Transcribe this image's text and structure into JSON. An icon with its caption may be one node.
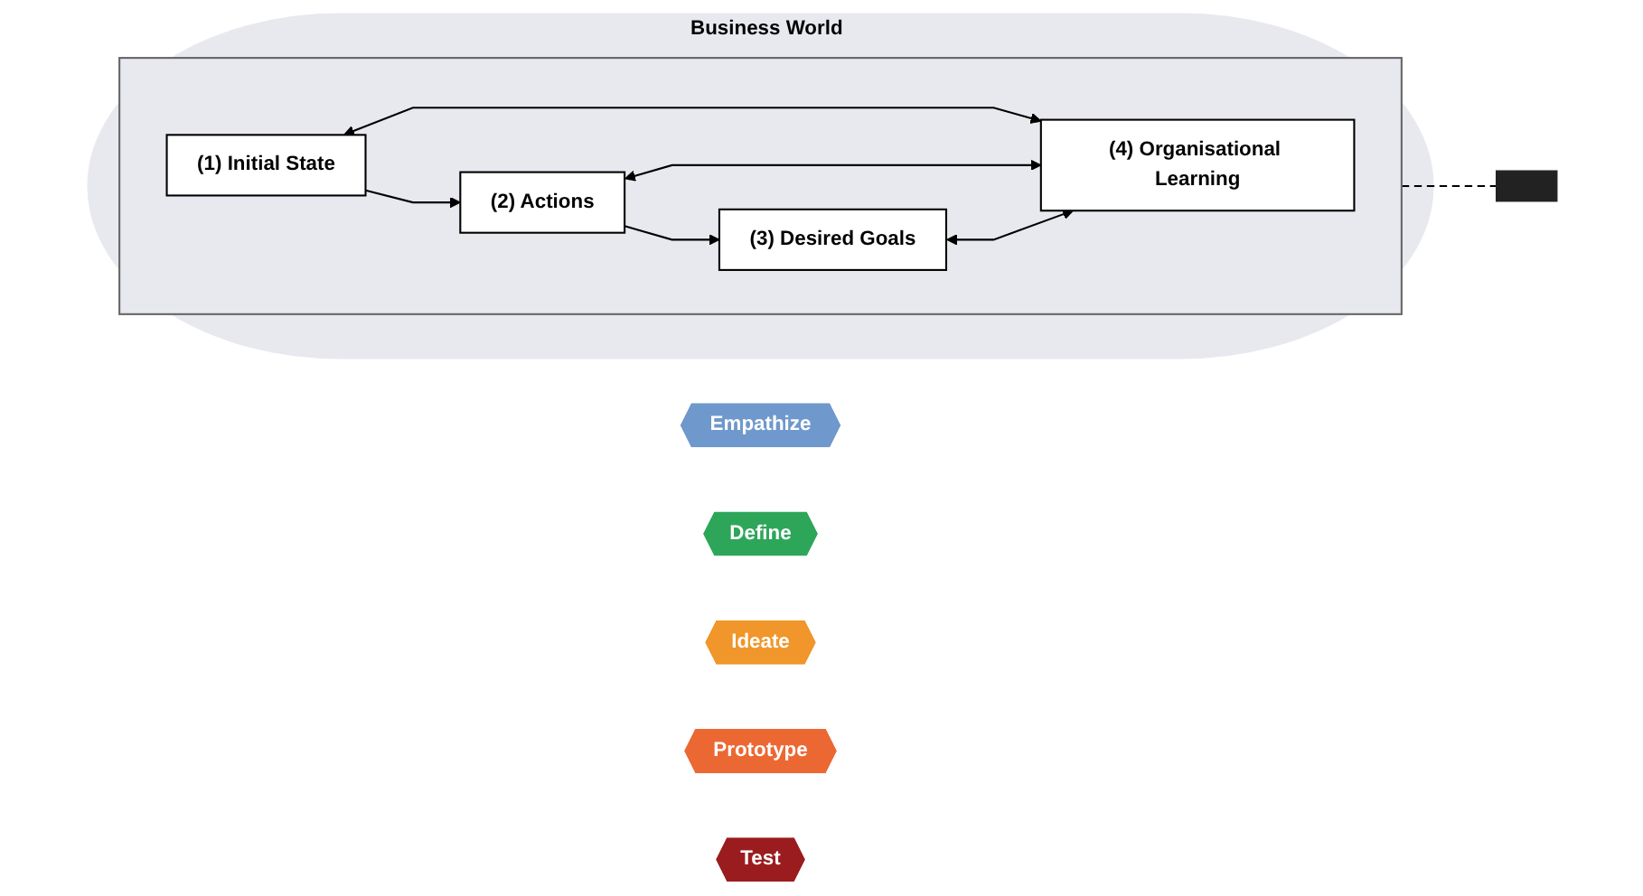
{
  "diagram": {
    "nodes": [
      {
        "text": [
          "Business World"
        ]
      },
      {
        "text": [],
        "shape": "box",
        "in": 0
      },
      {
        "text": [
          "(4) Organisational Learning"
        ],
        "in": 1
      },
      {
        "text": [
          "(1) Initial State"
        ],
        "in": 1
      },
      {
        "text": [
          "(2) Actions"
        ],
        "in": 1
      },
      {
        "text": [
          "(3) Desired Goals"
        ],
        "in": 1
      },
      {
        "text": [],
        "shape": "bar"
      },
      {
        "text": [
          "Empathize"
        ]
      },
      {
        "text": [
          "Define"
        ]
      },
      {
        "text": [
          "Ideate"
        ]
      },
      {
        "text": [
          "Prototype"
        ]
      },
      {
        "text": [
          "Test"
        ]
      }
    ],
    "edges": [
      {
        "from": 3,
        "to": 2,
        "arrow": "both"
      },
      {
        "from": 4,
        "to": 2,
        "arrow": "both"
      },
      {
        "from": 5,
        "to": 2,
        "arrow": "both"
      },
      {
        "from": 3,
        "to": 4,
        "arrow": "to"
      },
      {
        "from": 4,
        "to": 5,
        "arrow": "to"
      },
      {
        "from": 1,
        "to": 6,
        "arrow": "none",
        "style": "dashed"
      }
    ]
  }
}
